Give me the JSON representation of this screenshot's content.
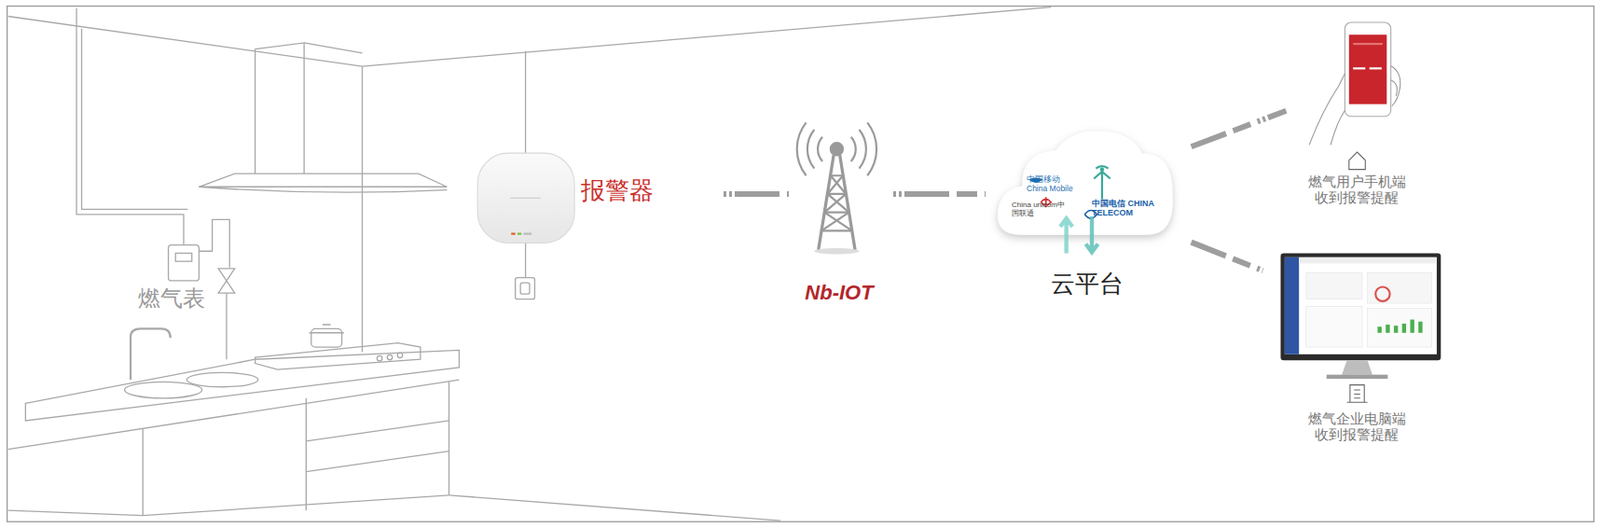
{
  "diagram": {
    "nodes": [
      {
        "text": [
          "报警器"
        ]
      },
      {
        "text": [
          "Nb-IOT"
        ]
      },
      {
        "text": [
          "中国移动 China Mobile",
          "China unicom中国联通",
          "中国电信 CHINA TELECOM",
          "云平台"
        ]
      },
      {
        "text": [
          "燃气用户手机端 收到报警提醒"
        ]
      },
      {
        "text": [
          "燃气企业电脑端 收到报警提醒"
        ]
      }
    ],
    "edges": [
      {
        "from": 0,
        "to": 1,
        "arrow": "none"
      },
      {
        "from": 1,
        "to": 2,
        "arrow": "none"
      },
      {
        "from": 2,
        "to": 3,
        "arrow": "none"
      },
      {
        "from": 2,
        "to": 4,
        "arrow": "none"
      }
    ],
    "labels": [
      "燃气表"
    ]
  }
}
